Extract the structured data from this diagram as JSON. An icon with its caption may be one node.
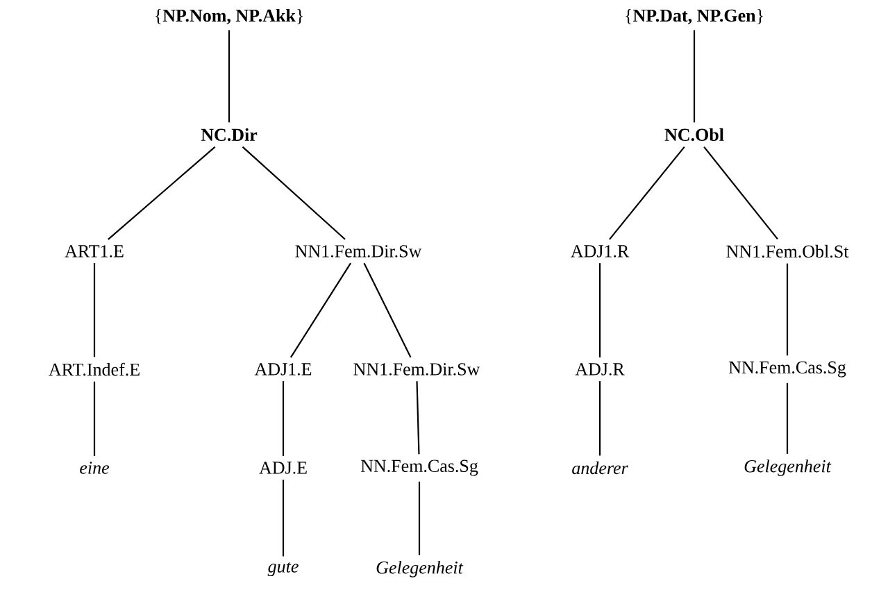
{
  "diagram": {
    "nodes": [
      {
        "text": [
          "{**NP.Nom, NP.Akk**}"
        ]
      },
      {
        "text": [
          "NC.Dir"
        ]
      },
      {
        "text": [
          "ART1.E"
        ]
      },
      {
        "text": [
          "NN1.Fem.Dir.Sw"
        ]
      },
      {
        "text": [
          "ART.Indef.E"
        ]
      },
      {
        "text": [
          "ADJ1.E"
        ]
      },
      {
        "text": [
          "NN1.Fem.Dir.Sw"
        ]
      },
      {
        "text": [
          "eine"
        ]
      },
      {
        "text": [
          "ADJ.E"
        ]
      },
      {
        "text": [
          "NN.Fem.Cas.Sg"
        ]
      },
      {
        "text": [
          "gute"
        ]
      },
      {
        "text": [
          "Gelegenheit"
        ]
      },
      {
        "text": [
          "{**NP.Dat, NP.Gen**}"
        ]
      },
      {
        "text": [
          "NC.Obl"
        ]
      },
      {
        "text": [
          "ADJ1.R"
        ]
      },
      {
        "text": [
          "NN1.Fem.Obl.St"
        ]
      },
      {
        "text": [
          "ADJ.R"
        ]
      },
      {
        "text": [
          "NN.Fem.Cas.Sg"
        ]
      },
      {
        "text": [
          "anderer"
        ]
      },
      {
        "text": [
          "Gelegenheit"
        ]
      }
    ],
    "edges": [
      {
        "from": 0,
        "to": 1,
        "arrow": "none"
      },
      {
        "from": 1,
        "to": 2,
        "arrow": "none"
      },
      {
        "from": 1,
        "to": 3,
        "arrow": "none"
      },
      {
        "from": 2,
        "to": 4,
        "arrow": "none"
      },
      {
        "from": 3,
        "to": 5,
        "arrow": "none"
      },
      {
        "from": 3,
        "to": 6,
        "arrow": "none"
      },
      {
        "from": 4,
        "to": 7,
        "arrow": "none"
      },
      {
        "from": 5,
        "to": 8,
        "arrow": "none"
      },
      {
        "from": 6,
        "to": 9,
        "arrow": "none"
      },
      {
        "from": 8,
        "to": 10,
        "arrow": "none"
      },
      {
        "from": 9,
        "to": 11,
        "arrow": "none"
      },
      {
        "from": 12,
        "to": 13,
        "arrow": "none"
      },
      {
        "from": 13,
        "to": 14,
        "arrow": "none"
      },
      {
        "from": 13,
        "to": 15,
        "arrow": "none"
      },
      {
        "from": 14,
        "to": 16,
        "arrow": "none"
      },
      {
        "from": 15,
        "to": 17,
        "arrow": "none"
      },
      {
        "from": 16,
        "to": 18,
        "arrow": "none"
      },
      {
        "from": 17,
        "to": 19,
        "arrow": "none"
      }
    ]
  }
}
